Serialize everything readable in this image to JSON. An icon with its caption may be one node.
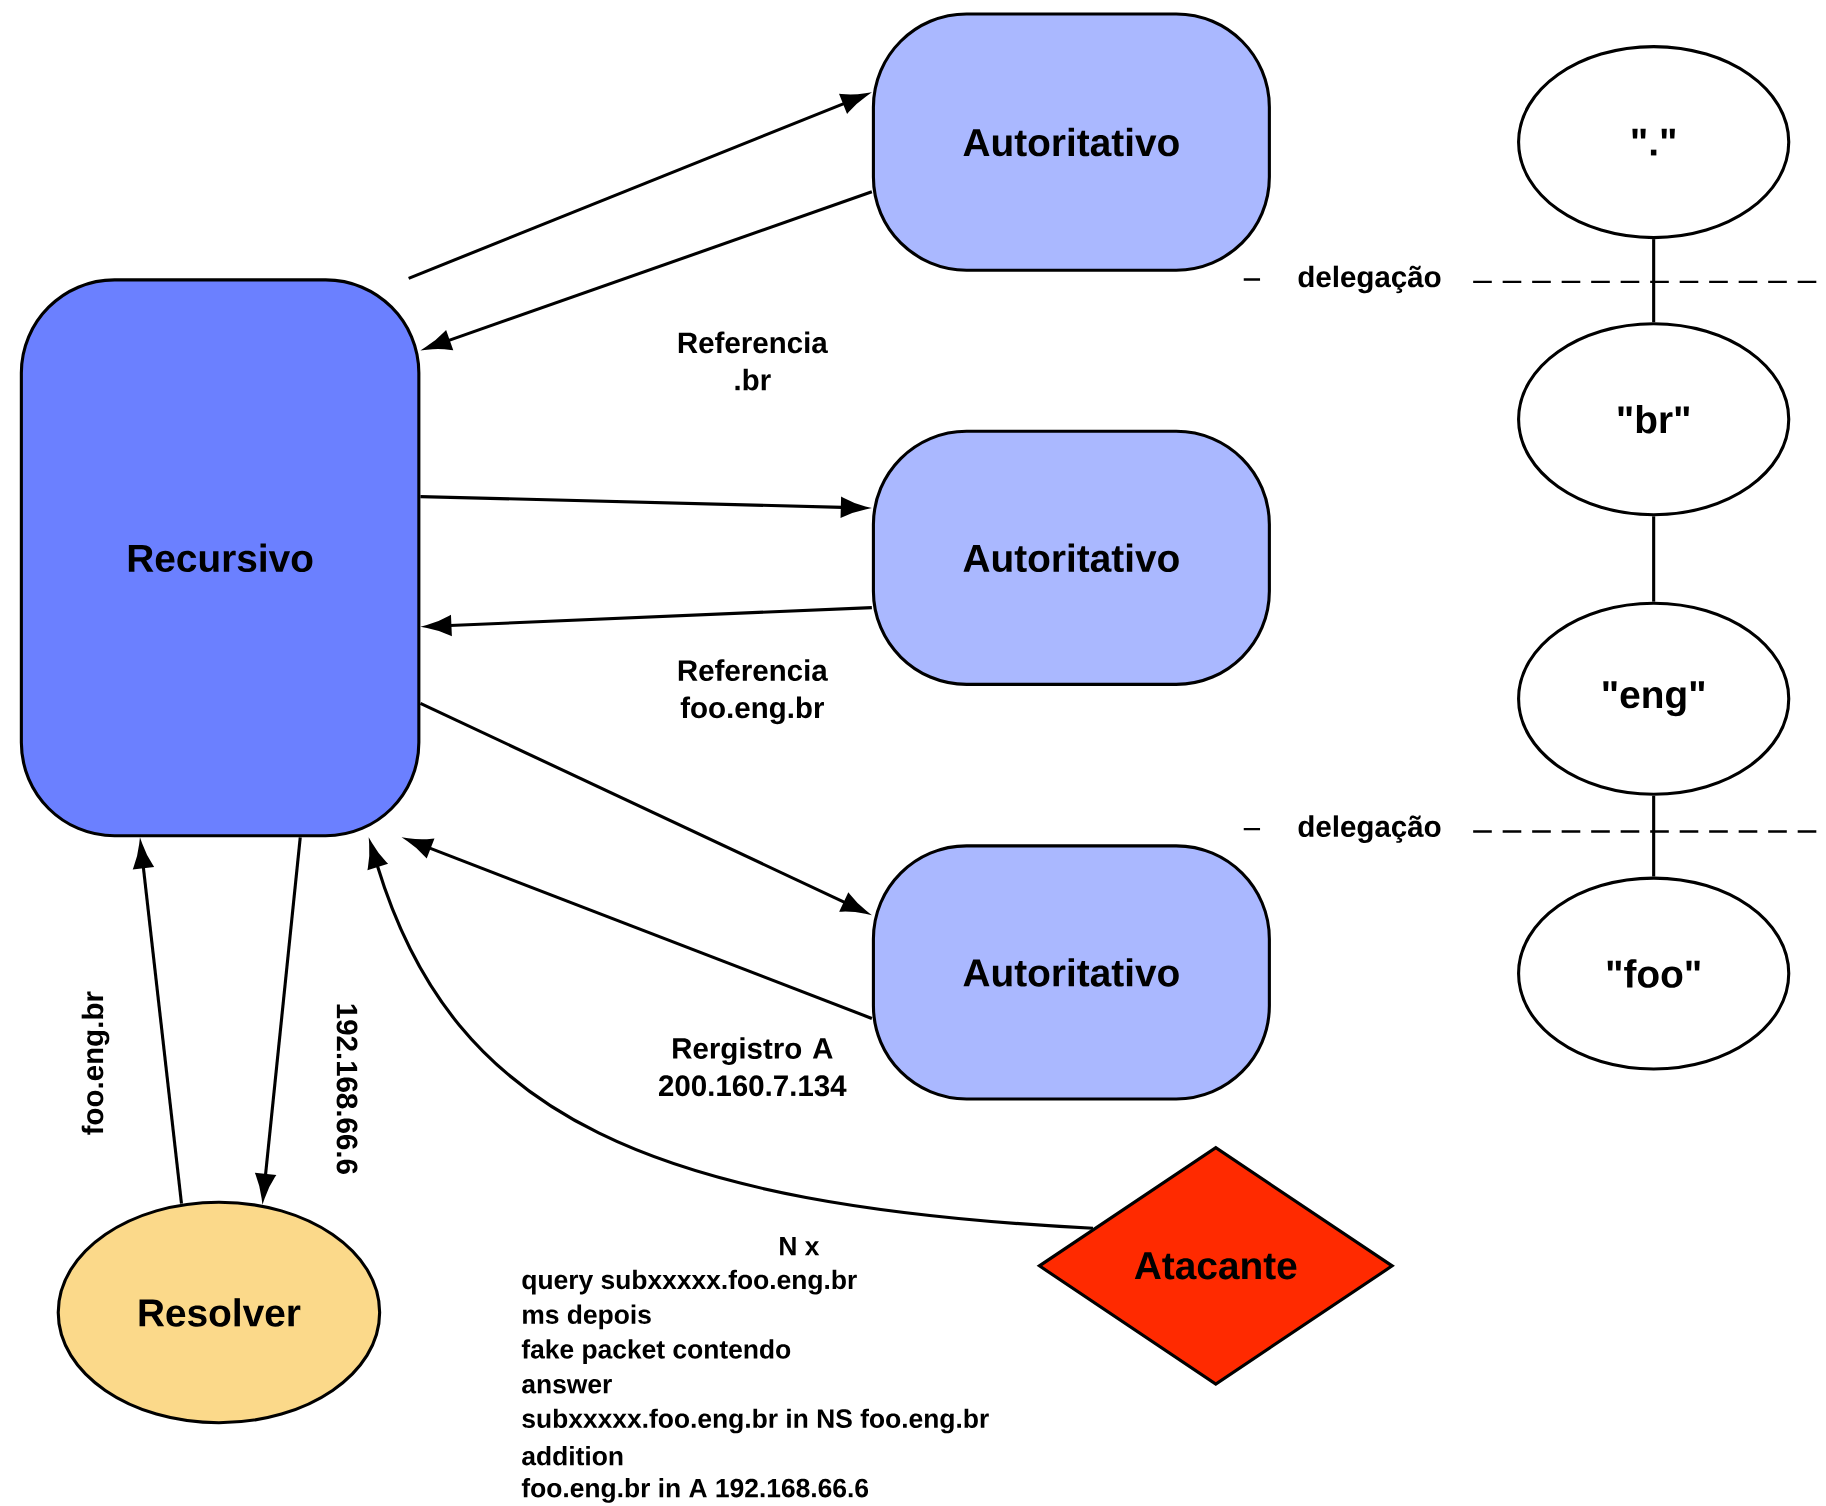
{
  "diagram": {
    "nodes": [
      {
        "text": [
          "Recursivo"
        ]
      },
      {
        "text": [
          "Autoritativo"
        ]
      },
      {
        "text": [
          "Autoritativo"
        ]
      },
      {
        "text": [
          "Autoritativo"
        ]
      },
      {
        "text": [
          "\".\""
        ]
      },
      {
        "text": [
          "\"br\""
        ]
      },
      {
        "text": [
          "\"eng\""
        ]
      },
      {
        "text": [
          "\"foo\""
        ]
      },
      {
        "text": [
          "Resolver"
        ]
      },
      {
        "text": [
          "Atacante"
        ]
      }
    ],
    "edges": [
      {
        "from": 0,
        "to": 1,
        "arrow": "to"
      },
      {
        "from": 1,
        "to": 0,
        "arrow": "to",
        "label": "Referencia .br"
      },
      {
        "from": 0,
        "to": 2,
        "arrow": "to"
      },
      {
        "from": 2,
        "to": 0,
        "arrow": "to",
        "label": "Referencia foo.eng.br"
      },
      {
        "from": 0,
        "to": 3,
        "arrow": "to"
      },
      {
        "from": 3,
        "to": 0,
        "arrow": "to",
        "label": "Rergistro A 200.160.7.134"
      },
      {
        "from": 8,
        "to": 0,
        "arrow": "to",
        "label": "foo.eng.br"
      },
      {
        "from": 0,
        "to": 8,
        "arrow": "to",
        "label": "192.168.66.6"
      },
      {
        "from": 9,
        "to": 0,
        "arrow": "to"
      },
      {
        "from": 4,
        "to": 5,
        "arrow": "none"
      },
      {
        "from": 5,
        "to": 6,
        "arrow": "none"
      },
      {
        "from": 6,
        "to": 7,
        "arrow": "none"
      }
    ],
    "labels": [
      "delegação",
      "delegação",
      "N x",
      "query subxxxxx.foo.eng.br",
      "ms depois",
      "fake packet contendo",
      "answer",
      "subxxxxx.foo.eng.br in NS foo.eng.br",
      "addition",
      "foo.eng.br in A 192.168.66.6"
    ]
  }
}
